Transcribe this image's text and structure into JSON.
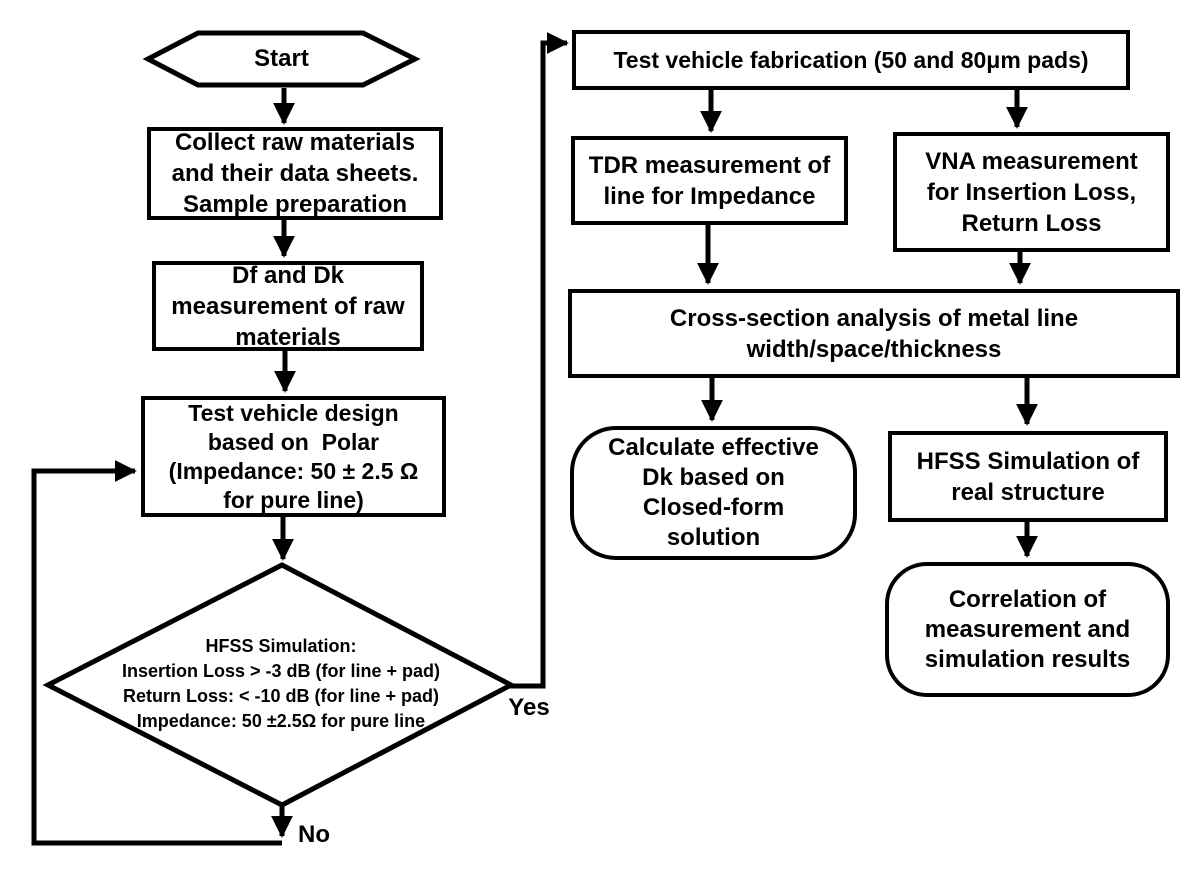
{
  "colors": {
    "stroke": "#000000",
    "background": "#ffffff",
    "text": "#000000"
  },
  "nodes": {
    "start": {
      "shape": "hexagon",
      "label": "Start"
    },
    "collect": {
      "shape": "rect",
      "text": "Collect raw materials\nand their data sheets.\nSample preparation"
    },
    "df_dk": {
      "shape": "rect",
      "text": "Df and Dk\nmeasurement of raw\nmaterials"
    },
    "design": {
      "shape": "rect",
      "text": "Test vehicle design\nbased on  Polar\n(Impedance: 50 ± 2.5 Ω\nfor pure line)"
    },
    "decision": {
      "shape": "diamond",
      "text": "HFSS Simulation:\nInsertion Loss > -3 dB (for line + pad)\nReturn Loss: < -10 dB (for line + pad)\nImpedance: 50 ±2.5Ω for pure line"
    },
    "fabrication": {
      "shape": "rect",
      "text": "Test vehicle fabrication (50 and 80μm pads)"
    },
    "tdr": {
      "shape": "rect",
      "text": "TDR measurement of\nline for Impedance"
    },
    "vna": {
      "shape": "rect",
      "text": "VNA measurement\nfor Insertion Loss,\nReturn Loss"
    },
    "cross_section": {
      "shape": "rect",
      "text": "Cross-section analysis of metal line\nwidth/space/thickness"
    },
    "calc_dk": {
      "shape": "rounded",
      "text": "Calculate effective\nDk based on\nClosed-form\nsolution"
    },
    "hfss_sim": {
      "shape": "rect",
      "text": "HFSS Simulation of\nreal structure"
    },
    "correlation": {
      "shape": "rounded",
      "text": "Correlation of\nmeasurement and\nsimulation results"
    }
  },
  "edges": {
    "yes_label": "Yes",
    "no_label": "No"
  }
}
